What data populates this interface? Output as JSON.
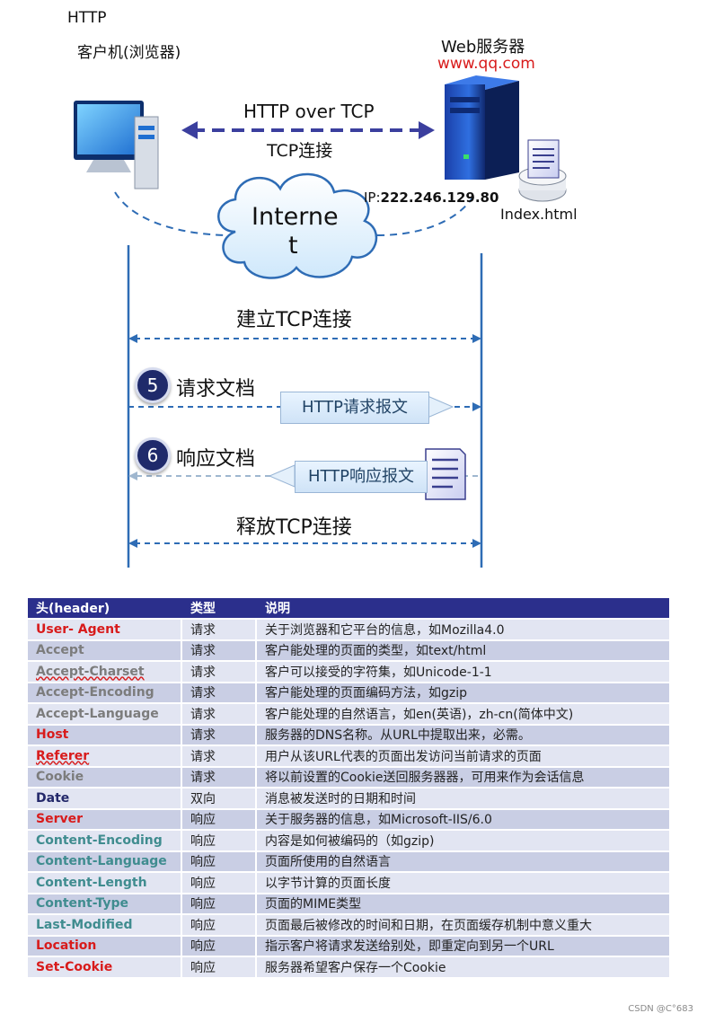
{
  "diagram": {
    "top_label": "HTTP",
    "client_label": "客户机(浏览器)",
    "server_label": "Web服务器",
    "server_domain": "www.qq.com",
    "protocol_label": "HTTP over TCP",
    "tcp_label": "TCP连接",
    "ip_prefix": "IP:",
    "ip_value": "222.246.129.80",
    "file_label": "Index.html",
    "cloud_line1": "Interne",
    "cloud_line2": "t",
    "step_connect": "建立TCP连接",
    "step5_num": "5",
    "step5_label": "请求文档",
    "request_box": "HTTP请求报文",
    "step6_num": "6",
    "step6_label": "响应文档",
    "response_box": "HTTP响应报文",
    "step_release": "释放TCP连接"
  },
  "table": {
    "headers": [
      "头(header)",
      "类型",
      "说明"
    ],
    "rows": [
      {
        "name": "User- Agent",
        "type": "请求",
        "desc": "关于浏览器和它平台的信息，如Mozilla4.0"
      },
      {
        "name": "Accept",
        "type": "请求",
        "desc": "客户能处理的页面的类型，如text/html"
      },
      {
        "name": "Accept-Charset",
        "type": "请求",
        "desc": "客户可以接受的字符集，如Unicode-1-1"
      },
      {
        "name": "Accept-Encoding",
        "type": "请求",
        "desc": "客户能处理的页面编码方法，如gzip"
      },
      {
        "name": "Accept-Language",
        "type": "请求",
        "desc": "客户能处理的自然语言，如en(英语)，zh-cn(简体中文)"
      },
      {
        "name": "Host",
        "type": "请求",
        "desc": "服务器的DNS名称。从URL中提取出来，必需。"
      },
      {
        "name": "Referer",
        "type": "请求",
        "desc": "用户从该URL代表的页面出发访问当前请求的页面"
      },
      {
        "name": "Cookie",
        "type": "请求",
        "desc": "将以前设置的Cookie送回服务器器，可用来作为会话信息"
      },
      {
        "name": "Date",
        "type": "双向",
        "desc": "消息被发送时的日期和时间"
      },
      {
        "name": "Server",
        "type": "响应",
        "desc": "关于服务器的信息，如Microsoft-IIS/6.0"
      },
      {
        "name": "Content-Encoding",
        "type": "响应",
        "desc": "内容是如何被编码的（如gzip)"
      },
      {
        "name": "Content-Language",
        "type": "响应",
        "desc": "页面所使用的自然语言"
      },
      {
        "name": "Content-Length",
        "type": "响应",
        "desc": "以字节计算的页面长度"
      },
      {
        "name": "Content-Type",
        "type": "响应",
        "desc": "页面的MIME类型"
      },
      {
        "name": "Last-Modified",
        "type": "响应",
        "desc": "页面最后被修改的时间和日期，在页面缓存机制中意义重大"
      },
      {
        "name": "Location",
        "type": "响应",
        "desc": "指示客户将请求发送给别处，即重定向到另一个URL"
      },
      {
        "name": "Set-Cookie",
        "type": "响应",
        "desc": "服务器希望客户保存一个Cookie"
      }
    ]
  },
  "colors": {
    "red": "#d81b1b",
    "gray": "#7c7c7c",
    "navy": "#23286a",
    "teal": "#3f8c8f",
    "header_bg": "#2b2f8c",
    "arrow_blue": "#2e6cb5",
    "tcp_arrow": "#3b3f9e"
  },
  "watermark": "CSDN @C°683"
}
